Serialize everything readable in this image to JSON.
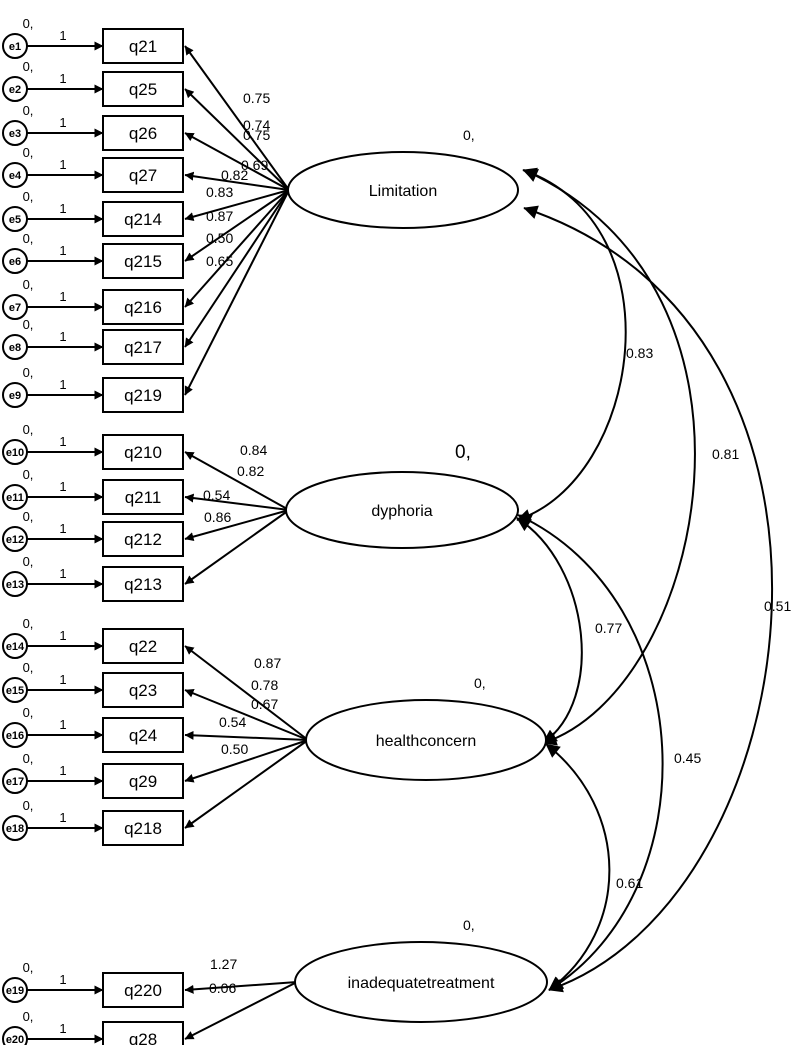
{
  "latents": [
    {
      "id": "limitation",
      "label": "Limitation",
      "mean": "0,"
    },
    {
      "id": "dyphoria",
      "label": "dyphoria",
      "mean": "0,"
    },
    {
      "id": "healthconcern",
      "label": "healthconcern",
      "mean": "0,"
    },
    {
      "id": "inadequatetreatment",
      "label": "inadequatetreatment",
      "mean": "0,"
    }
  ],
  "observed": [
    {
      "label": "q21",
      "error": "e1",
      "error_mean": "0,",
      "path": "1",
      "latent": 0,
      "loading": "0.75"
    },
    {
      "label": "q25",
      "error": "e2",
      "error_mean": "0,",
      "path": "1",
      "latent": 0,
      "loading": "0.74"
    },
    {
      "label": "q26",
      "error": "e3",
      "error_mean": "0,",
      "path": "1",
      "latent": 0,
      "loading": "0.75"
    },
    {
      "label": "q27",
      "error": "e4",
      "error_mean": "0,",
      "path": "1",
      "latent": 0,
      "loading": "0.69"
    },
    {
      "label": "q214",
      "error": "e5",
      "error_mean": "0,",
      "path": "1",
      "latent": 0,
      "loading": "0.82"
    },
    {
      "label": "q215",
      "error": "e6",
      "error_mean": "0,",
      "path": "1",
      "latent": 0,
      "loading": "0.83"
    },
    {
      "label": "q216",
      "error": "e7",
      "error_mean": "0,",
      "path": "1",
      "latent": 0,
      "loading": "0.87"
    },
    {
      "label": "q217",
      "error": "e8",
      "error_mean": "0,",
      "path": "1",
      "latent": 0,
      "loading": "0.50"
    },
    {
      "label": "q219",
      "error": "e9",
      "error_mean": "0,",
      "path": "1",
      "latent": 0,
      "loading": "0.65"
    },
    {
      "label": "q210",
      "error": "e10",
      "error_mean": "0,",
      "path": "1",
      "latent": 1,
      "loading": "0.84"
    },
    {
      "label": "q211",
      "error": "e11",
      "error_mean": "0,",
      "path": "1",
      "latent": 1,
      "loading": "0.82"
    },
    {
      "label": "q212",
      "error": "e12",
      "error_mean": "0,",
      "path": "1",
      "latent": 1,
      "loading": "0.54"
    },
    {
      "label": "q213",
      "error": "e13",
      "error_mean": "0,",
      "path": "1",
      "latent": 1,
      "loading": "0.86"
    },
    {
      "label": "q22",
      "error": "e14",
      "error_mean": "0,",
      "path": "1",
      "latent": 2,
      "loading": "0.87"
    },
    {
      "label": "q23",
      "error": "e15",
      "error_mean": "0,",
      "path": "1",
      "latent": 2,
      "loading": "0.78"
    },
    {
      "label": "q24",
      "error": "e16",
      "error_mean": "0,",
      "path": "1",
      "latent": 2,
      "loading": "0.67"
    },
    {
      "label": "q29",
      "error": "e17",
      "error_mean": "0,",
      "path": "1",
      "latent": 2,
      "loading": "0.54"
    },
    {
      "label": "q218",
      "error": "e18",
      "error_mean": "0,",
      "path": "1",
      "latent": 2,
      "loading": "0.50"
    },
    {
      "label": "q220",
      "error": "e19",
      "error_mean": "0,",
      "path": "1",
      "latent": 3,
      "loading": "1.27"
    },
    {
      "label": "q28",
      "error": "e20",
      "error_mean": "0,",
      "path": "1",
      "latent": 3,
      "loading": "0.06"
    }
  ],
  "correlations": [
    {
      "from": 0,
      "to": 1,
      "value": "0.83"
    },
    {
      "from": 0,
      "to": 2,
      "value": "0.81"
    },
    {
      "from": 0,
      "to": 3,
      "value": "0.51"
    },
    {
      "from": 1,
      "to": 2,
      "value": "0.77"
    },
    {
      "from": 1,
      "to": 3,
      "value": "0.45"
    },
    {
      "from": 2,
      "to": 3,
      "value": "0.61"
    }
  ]
}
